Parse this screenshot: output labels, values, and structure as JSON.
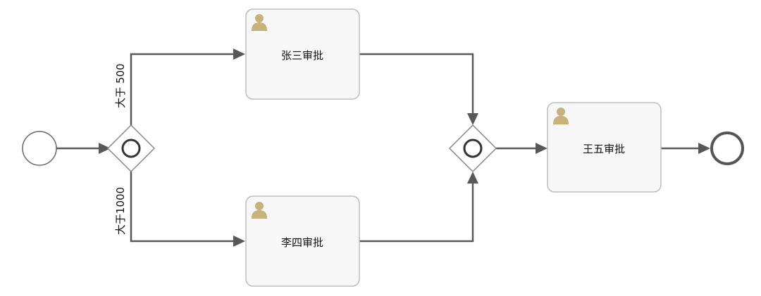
{
  "diagram": {
    "type": "BPMN process",
    "start_event": {
      "kind": "start"
    },
    "split_gateway": {
      "kind": "inclusive-gateway"
    },
    "merge_gateway": {
      "kind": "inclusive-gateway"
    },
    "end_event": {
      "kind": "end"
    },
    "tasks": {
      "zhang_san": {
        "label": "张三审批",
        "icon": "user-icon"
      },
      "li_si": {
        "label": "李四审批",
        "icon": "user-icon"
      },
      "wang_wu": {
        "label": "王五审批",
        "icon": "user-icon"
      }
    },
    "flows": {
      "upper_condition": "大于 500",
      "lower_condition": "大于1000"
    },
    "colors": {
      "task_fill": "#f7f7f7",
      "task_border": "#bdbdbd",
      "flow_line": "#585858",
      "user_icon": "#c9b17c",
      "gateway_border": "#888888"
    }
  }
}
